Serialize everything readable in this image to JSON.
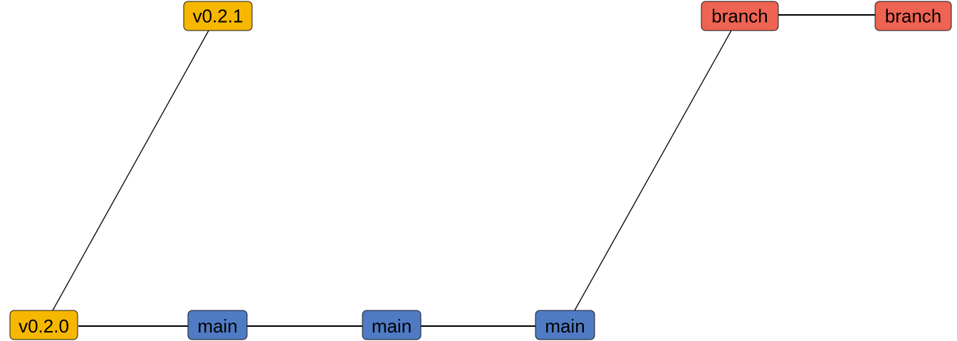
{
  "colors": {
    "tag": "#f5b700",
    "main": "#4f7bc4",
    "branch": "#ef6352",
    "edge": "#000000"
  },
  "nodes": [
    {
      "id": "v020",
      "label": "v0.2.0",
      "kind": "tag"
    },
    {
      "id": "v021",
      "label": "v0.2.1",
      "kind": "tag"
    },
    {
      "id": "main1",
      "label": "main",
      "kind": "main"
    },
    {
      "id": "main2",
      "label": "main",
      "kind": "main"
    },
    {
      "id": "main3",
      "label": "main",
      "kind": "main"
    },
    {
      "id": "branch1",
      "label": "branch",
      "kind": "branch"
    },
    {
      "id": "branch2",
      "label": "branch",
      "kind": "branch"
    }
  ],
  "edges": [
    {
      "from": "v020",
      "to": "v021"
    },
    {
      "from": "v020",
      "to": "main1"
    },
    {
      "from": "main1",
      "to": "main2"
    },
    {
      "from": "main2",
      "to": "main3"
    },
    {
      "from": "main3",
      "to": "branch1"
    },
    {
      "from": "branch1",
      "to": "branch2"
    }
  ]
}
